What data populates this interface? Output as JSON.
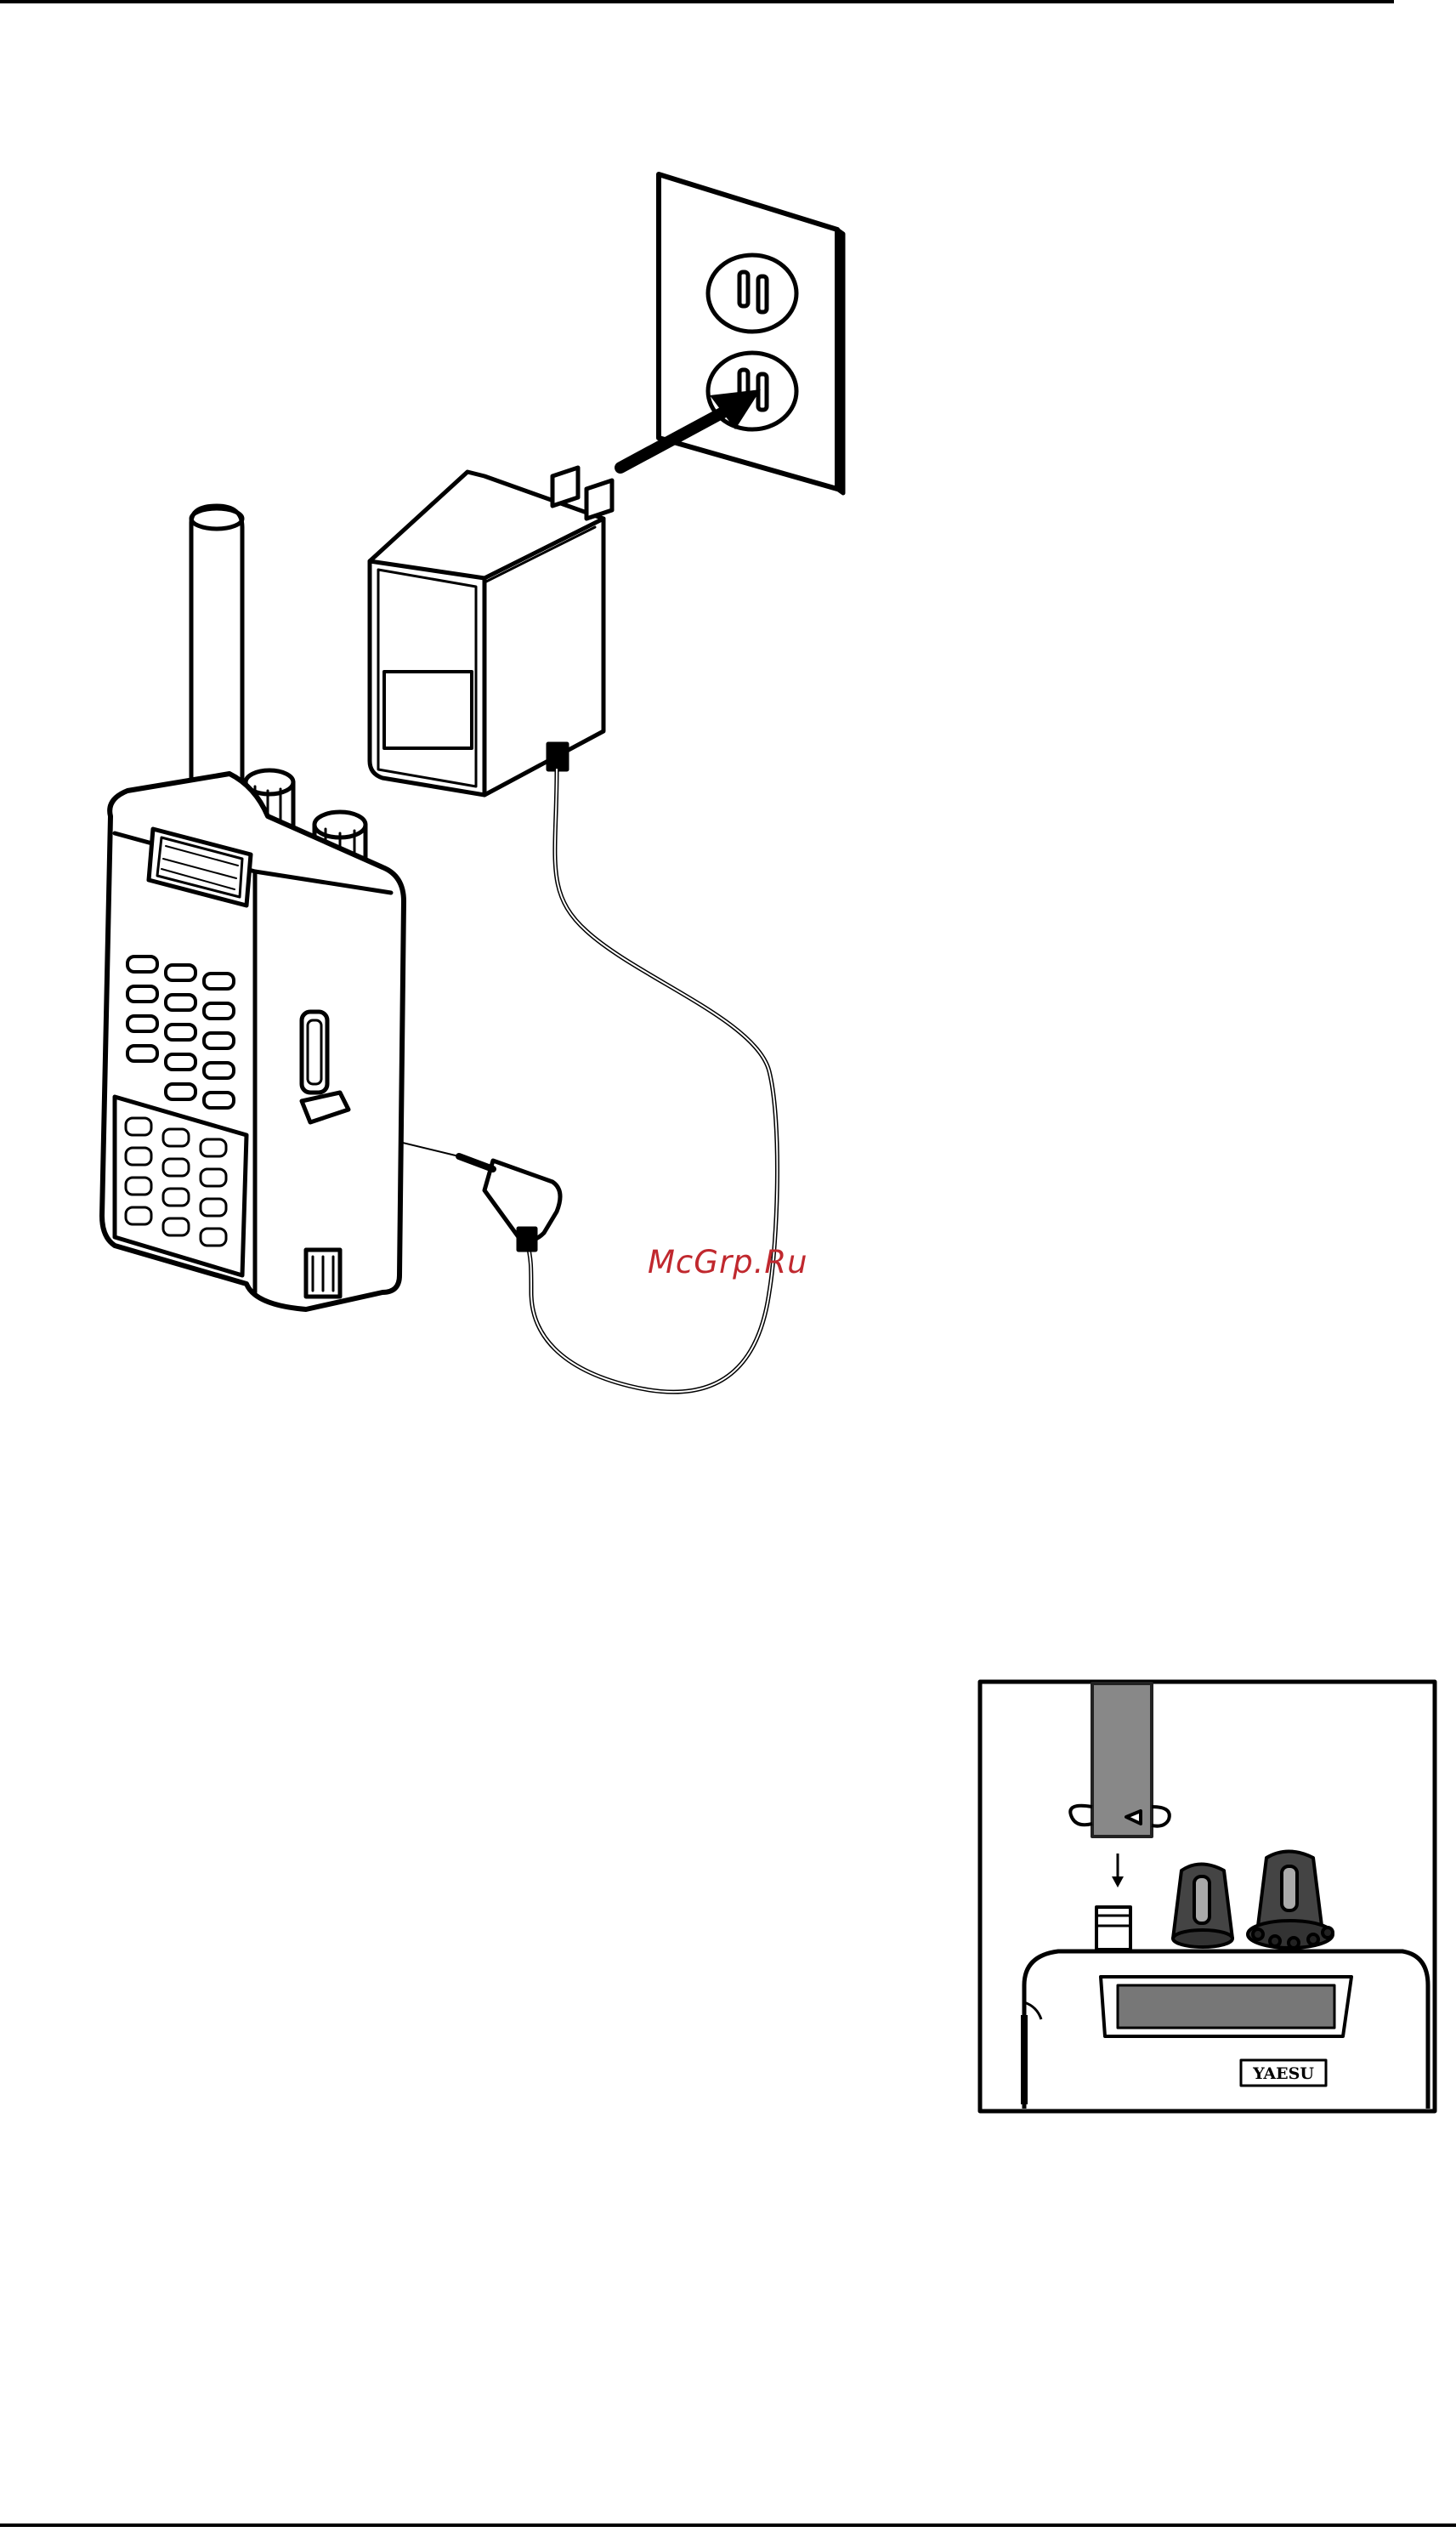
{
  "watermark": {
    "text": "McGrp.Ru",
    "color": "#c0282e"
  },
  "figures": {
    "charger": {
      "icon": "radio-charging-illustration"
    },
    "strap": {
      "icon": "hand-strap-attachment-illustration",
      "logo_text": "YAESU"
    }
  }
}
